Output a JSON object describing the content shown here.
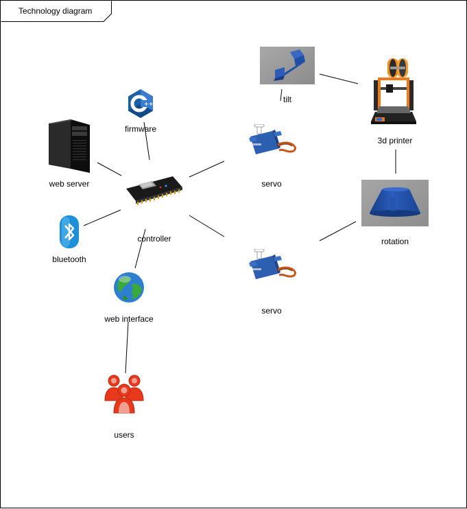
{
  "diagram": {
    "title": "Technology diagram",
    "nodes": {
      "firmware": {
        "label": "firmware",
        "icon": "cpp-logo-icon"
      },
      "web_server": {
        "label": "web server",
        "icon": "server-tower-icon"
      },
      "controller": {
        "label": "controller",
        "icon": "microcontroller-board-icon"
      },
      "bluetooth": {
        "label": "bluetooth",
        "icon": "bluetooth-icon"
      },
      "web_interface": {
        "label": "web interface",
        "icon": "globe-icon"
      },
      "users": {
        "label": "users",
        "icon": "users-icon"
      },
      "servo_top": {
        "label": "servo",
        "icon": "servo-motor-icon"
      },
      "servo_bottom": {
        "label": "servo",
        "icon": "servo-motor-icon"
      },
      "tilt": {
        "label": "tilt",
        "icon": "tilt-part-render-icon"
      },
      "printer": {
        "label": "3d printer",
        "icon": "3d-printer-icon"
      },
      "rotation": {
        "label": "rotation",
        "icon": "rotation-base-render-icon"
      }
    },
    "colors": {
      "users": "#e8391d",
      "servo": "#2d5fb0",
      "printer_frame": "#f07a1a",
      "part_blue": "#1f4fa6"
    }
  }
}
